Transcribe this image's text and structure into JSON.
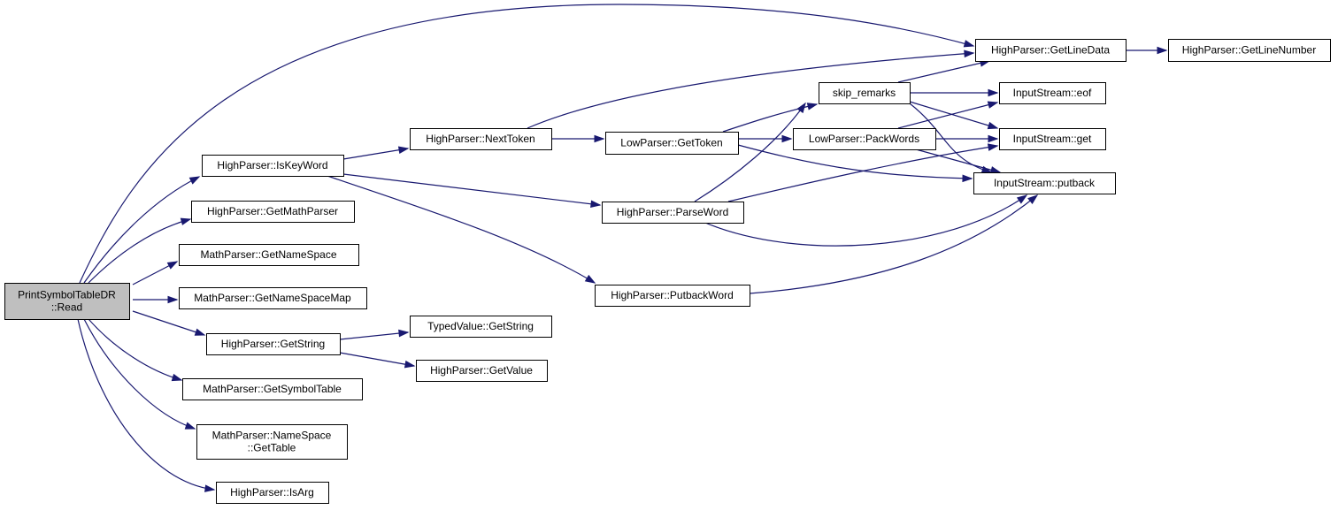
{
  "diagram": {
    "nodes": [
      {
        "id": "root",
        "lines": [
          "PrintSymbolTableDR",
          "::Read"
        ],
        "root": true
      },
      {
        "id": "iskeyword",
        "lines": [
          "HighParser::IsKeyWord"
        ]
      },
      {
        "id": "getmathparser",
        "lines": [
          "HighParser::GetMathParser"
        ]
      },
      {
        "id": "getnamespace",
        "lines": [
          "MathParser::GetNameSpace"
        ]
      },
      {
        "id": "getnamespacemap",
        "lines": [
          "MathParser::GetNameSpaceMap"
        ]
      },
      {
        "id": "getstring",
        "lines": [
          "HighParser::GetString"
        ]
      },
      {
        "id": "getsymboltable",
        "lines": [
          "MathParser::GetSymbolTable"
        ]
      },
      {
        "id": "namespacegettable",
        "lines": [
          "MathParser::NameSpace",
          "::GetTable"
        ]
      },
      {
        "id": "isarg",
        "lines": [
          "HighParser::IsArg"
        ]
      },
      {
        "id": "nexttoken",
        "lines": [
          "HighParser::NextToken"
        ]
      },
      {
        "id": "parseword",
        "lines": [
          "HighParser::ParseWord"
        ]
      },
      {
        "id": "putbackword",
        "lines": [
          "HighParser::PutbackWord"
        ]
      },
      {
        "id": "typedgetstring",
        "lines": [
          "TypedValue::GetString"
        ]
      },
      {
        "id": "getvalue",
        "lines": [
          "HighParser::GetValue"
        ]
      },
      {
        "id": "gettoken",
        "lines": [
          "LowParser::GetToken"
        ]
      },
      {
        "id": "skipremarks",
        "lines": [
          "skip_remarks"
        ]
      },
      {
        "id": "packwords",
        "lines": [
          "LowParser::PackWords"
        ]
      },
      {
        "id": "getlinedata",
        "lines": [
          "HighParser::GetLineData"
        ]
      },
      {
        "id": "getlinenumber",
        "lines": [
          "HighParser::GetLineNumber"
        ]
      },
      {
        "id": "eof",
        "lines": [
          "InputStream::eof"
        ]
      },
      {
        "id": "get",
        "lines": [
          "InputStream::get"
        ]
      },
      {
        "id": "putback",
        "lines": [
          "InputStream::putback"
        ]
      }
    ],
    "edges": [
      {
        "from": "root",
        "to": "getlinedata"
      },
      {
        "from": "root",
        "to": "iskeyword"
      },
      {
        "from": "root",
        "to": "getmathparser"
      },
      {
        "from": "root",
        "to": "getnamespace"
      },
      {
        "from": "root",
        "to": "getnamespacemap"
      },
      {
        "from": "root",
        "to": "getstring"
      },
      {
        "from": "root",
        "to": "getsymboltable"
      },
      {
        "from": "root",
        "to": "namespacegettable"
      },
      {
        "from": "root",
        "to": "isarg"
      },
      {
        "from": "iskeyword",
        "to": "nexttoken"
      },
      {
        "from": "iskeyword",
        "to": "parseword"
      },
      {
        "from": "iskeyword",
        "to": "putbackword"
      },
      {
        "from": "nexttoken",
        "to": "getlinedata"
      },
      {
        "from": "nexttoken",
        "to": "gettoken"
      },
      {
        "from": "gettoken",
        "to": "skipremarks"
      },
      {
        "from": "gettoken",
        "to": "packwords"
      },
      {
        "from": "gettoken",
        "to": "putback"
      },
      {
        "from": "parseword",
        "to": "skipremarks"
      },
      {
        "from": "parseword",
        "to": "get"
      },
      {
        "from": "parseword",
        "to": "putback"
      },
      {
        "from": "putbackword",
        "to": "putback"
      },
      {
        "from": "skipremarks",
        "to": "getlinedata"
      },
      {
        "from": "skipremarks",
        "to": "eof"
      },
      {
        "from": "skipremarks",
        "to": "get"
      },
      {
        "from": "skipremarks",
        "to": "putback"
      },
      {
        "from": "packwords",
        "to": "eof"
      },
      {
        "from": "packwords",
        "to": "get"
      },
      {
        "from": "packwords",
        "to": "putback"
      },
      {
        "from": "getlinedata",
        "to": "getlinenumber"
      },
      {
        "from": "getstring",
        "to": "typedgetstring"
      },
      {
        "from": "getstring",
        "to": "getvalue"
      }
    ]
  }
}
